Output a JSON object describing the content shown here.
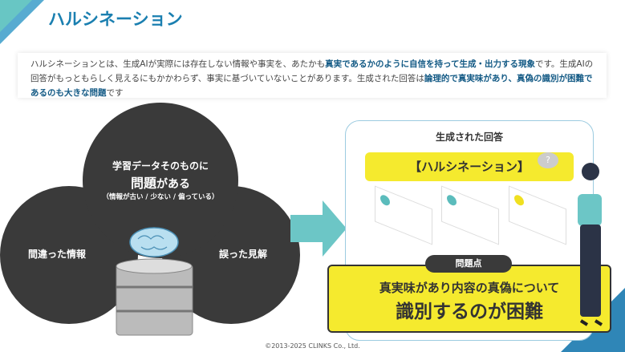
{
  "title": "ハルシネーション",
  "intro": {
    "p1": "ハルシネーションとは、生成AIが実際には存在しない情報や事実を、あたかも",
    "b1": "真実であるかのように自信を持って生成・出力する現象",
    "p2": "です。生成AIの回答がもっともらしく見えるにもかかわらず、事実に基づいていないことがあります。生成された回答は",
    "b2": "論理的で真実味があり、真偽の識別が困難であるのも大きな問題",
    "p3": "です"
  },
  "venn": {
    "top_line1": "学習データそのものに",
    "top_line2_bold": "問題",
    "top_line2_rest": "がある",
    "top_sub": "（情報が古い / 少ない / 偏っている）",
    "left": "間違った情報",
    "right": "誤った見解"
  },
  "panel": {
    "heading": "生成された回答",
    "banner": "【ハルシネーション】"
  },
  "problem": {
    "label": "問題点",
    "line1": "真実味があり内容の真偽について",
    "line2": "識別するのが困難"
  },
  "footer": "©2013-2025 CLINKS Co., Ltd."
}
